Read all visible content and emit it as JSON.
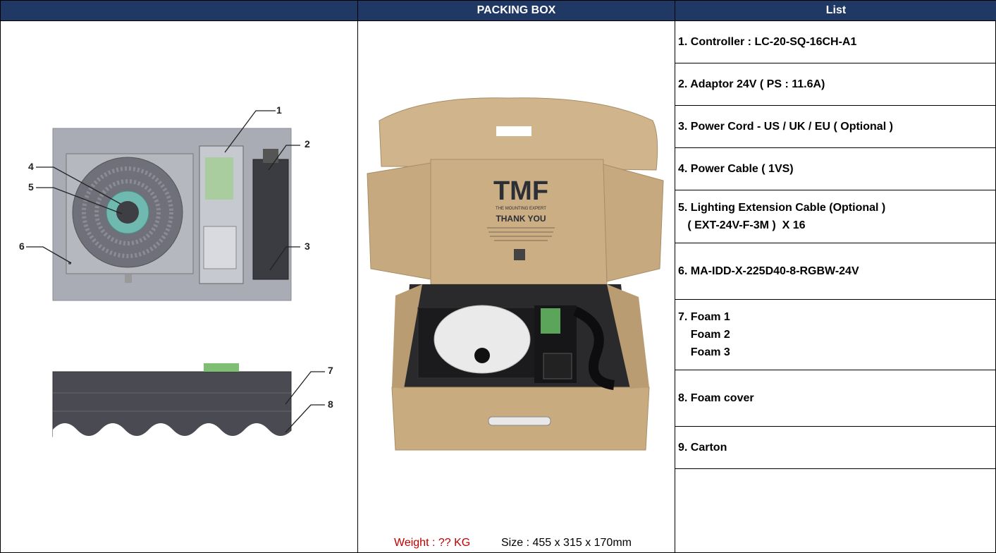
{
  "headers": {
    "left": "",
    "middle": "PACKING BOX",
    "right": "List"
  },
  "callouts": [
    "1",
    "2",
    "3",
    "4",
    "5",
    "6",
    "7",
    "8"
  ],
  "box_branding": {
    "logo": "TMF",
    "tagline": "THE MOUNTING EXPERT",
    "thank_you": "THANK YOU"
  },
  "weight": "Weight : ?? KG",
  "size": "Size : 455 x 315 x 170mm",
  "list": [
    {
      "lines": [
        "1. Controller : LC-20-SQ-16CH-A1"
      ]
    },
    {
      "lines": [
        "2. Adaptor 24V ( PS : 11.6A)"
      ]
    },
    {
      "lines": [
        "3. Power Cord - US / UK / EU ( Optional )"
      ]
    },
    {
      "lines": [
        "4. Power Cable ( 1VS)"
      ]
    },
    {
      "lines": [
        "5. Lighting Extension Cable (Optional )",
        "   ( EXT-24V-F-3M )  X 16"
      ]
    },
    {
      "lines": [
        "6. MA-IDD-X-225D40-8-RGBW-24V"
      ]
    },
    {
      "lines": [
        "7. Foam 1",
        "    Foam 2",
        "    Foam 3"
      ]
    },
    {
      "lines": [
        "8. Foam cover"
      ]
    },
    {
      "lines": [
        "9. Carton"
      ]
    }
  ],
  "colors": {
    "header_bg": "#1f3864",
    "weight_text": "#c00000"
  }
}
